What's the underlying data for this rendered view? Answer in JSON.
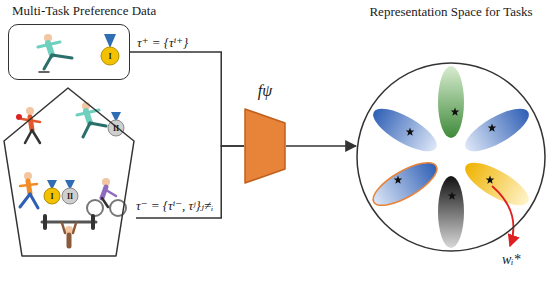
{
  "diagram": {
    "nodes": [
      {
        "text": [
          "τ⁺ = {τⁱ⁺}"
        ]
      },
      {
        "text": [
          "τ⁻ = {τⁱ⁻, τʲ}ⱼ≠ᵢ"
        ]
      },
      {
        "text": [
          "fψ"
        ]
      },
      {
        "text": [
          "Representation Space for Tasks"
        ]
      }
    ],
    "edges": [
      {
        "from": 0,
        "to": 2,
        "arrow": "none"
      },
      {
        "from": 1,
        "to": 2,
        "arrow": "none"
      },
      {
        "from": 2,
        "to": 3,
        "arrow": "to"
      }
    ],
    "labels": [
      "Multi-Task Preference Data",
      "I",
      "II",
      "I",
      "II",
      "wᵢ*"
    ]
  }
}
